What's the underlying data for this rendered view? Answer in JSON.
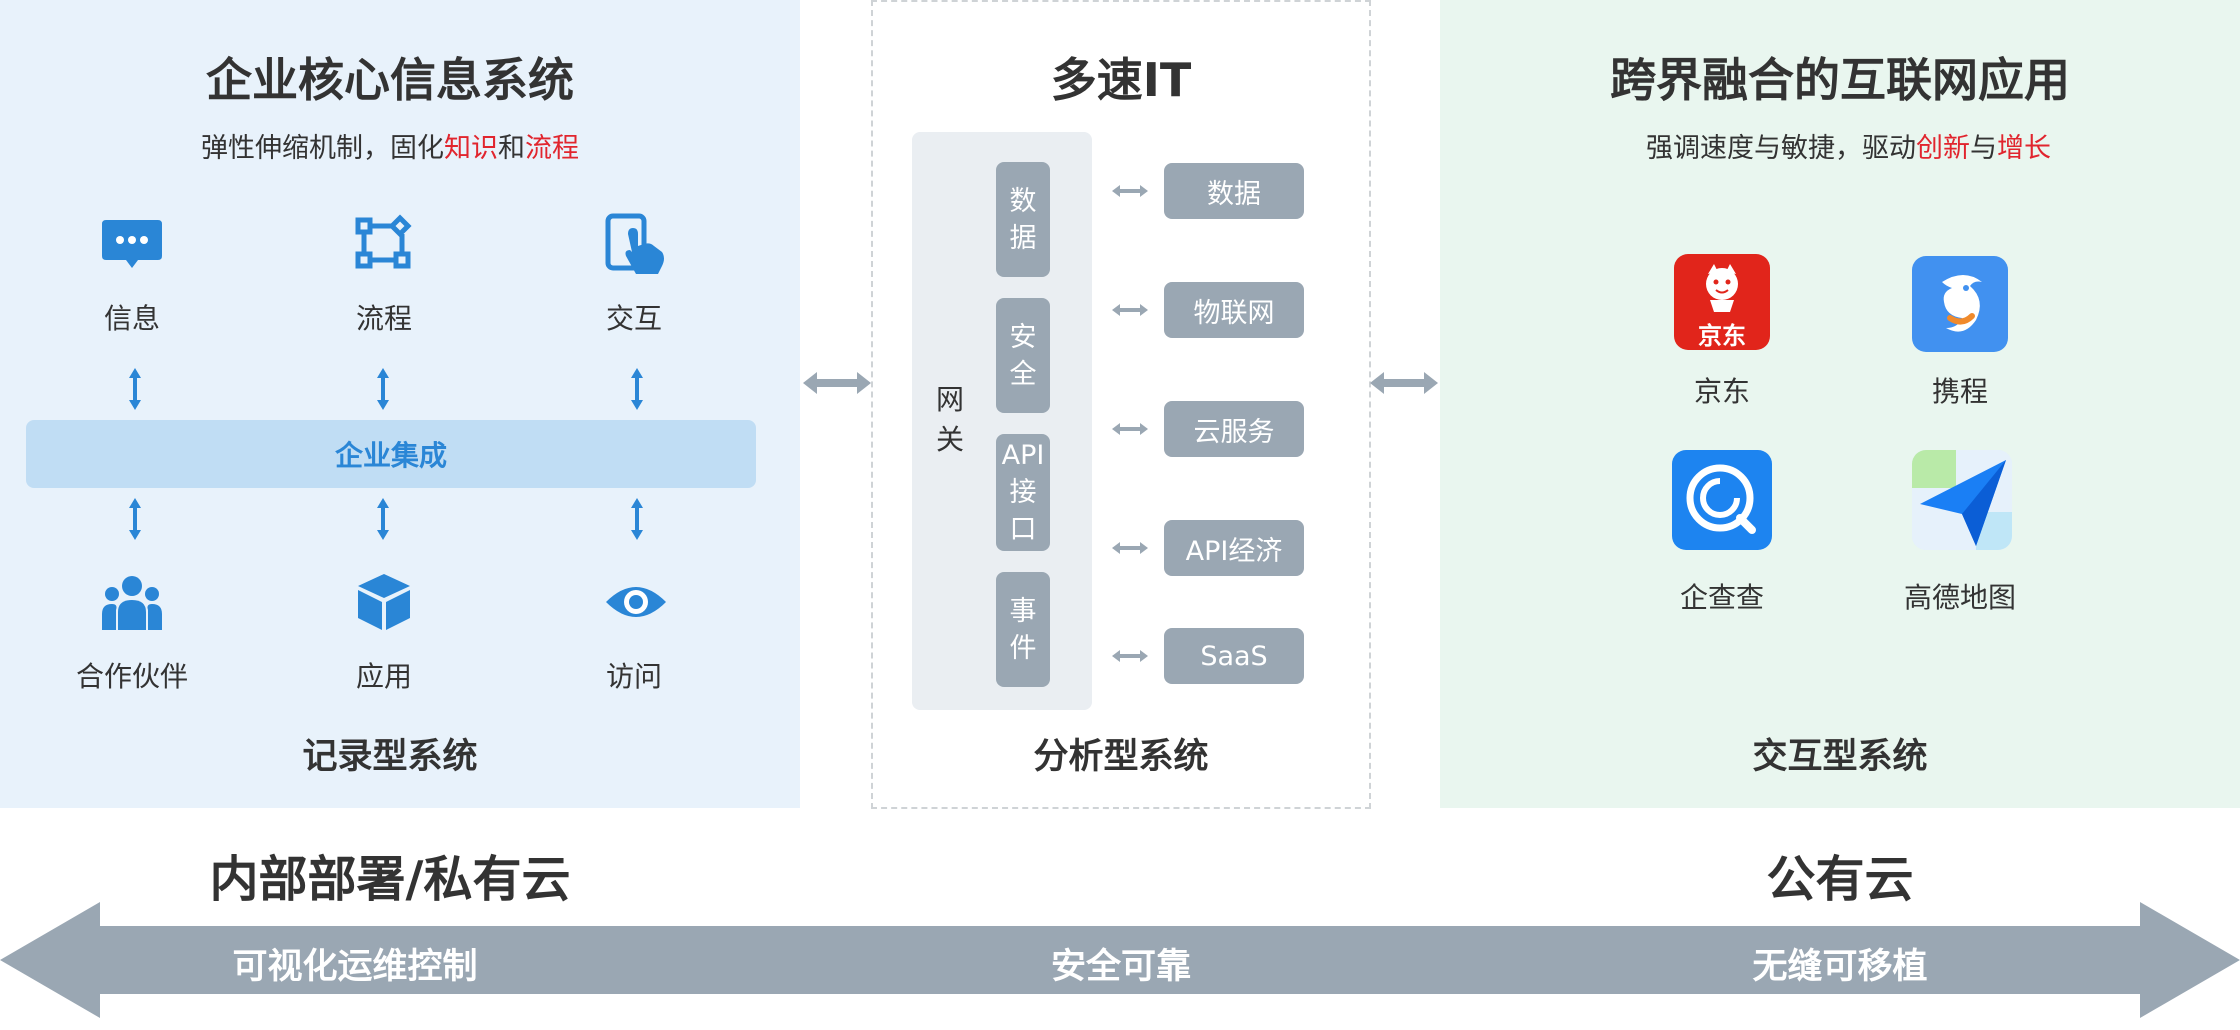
{
  "left": {
    "title": "企业核心信息系统",
    "subtitle_prefix": "弹性伸缩机制，固化",
    "subtitle_hl1": "知识",
    "subtitle_mid": "和",
    "subtitle_hl2": "流程",
    "top_items": [
      {
        "label": "信息",
        "icon": "chat-icon"
      },
      {
        "label": "流程",
        "icon": "flow-icon"
      },
      {
        "label": "交互",
        "icon": "touch-icon"
      }
    ],
    "integration_label": "企业集成",
    "bottom_items": [
      {
        "label": "合作伙伴",
        "icon": "people-icon"
      },
      {
        "label": "应用",
        "icon": "cube-icon"
      },
      {
        "label": "访问",
        "icon": "eye-icon"
      }
    ],
    "system_label": "记录型系统"
  },
  "middle": {
    "title": "多速IT",
    "gateway_label": "网关",
    "gateway_items": [
      {
        "lines": [
          "数",
          "据"
        ]
      },
      {
        "lines": [
          "安",
          "全"
        ]
      },
      {
        "lines": [
          "API",
          "接",
          "口"
        ]
      },
      {
        "lines": [
          "事",
          "件"
        ]
      }
    ],
    "services": [
      "数据",
      "物联网",
      "云服务",
      "API经济",
      "SaaS"
    ],
    "system_label": "分析型系统"
  },
  "right": {
    "title": "跨界融合的互联网应用",
    "subtitle_prefix": "强调速度与敏捷，驱动",
    "subtitle_hl1": "创新",
    "subtitle_mid": "与",
    "subtitle_hl2": "增长",
    "apps": [
      {
        "label": "京东",
        "icon": "jd-logo-icon",
        "logo_text": "京东",
        "color": "#e1251b"
      },
      {
        "label": "携程",
        "icon": "ctrip-logo-icon",
        "color": "#3f8ff0"
      },
      {
        "label": "企查查",
        "icon": "qichacha-logo-icon",
        "color": "#1d84f0"
      },
      {
        "label": "高德地图",
        "icon": "amap-logo-icon",
        "color": "#1a7ff5"
      }
    ],
    "system_label": "交互型系统"
  },
  "bottom": {
    "left_title": "内部部署/私有云",
    "right_title": "公有云",
    "band_left": "可视化运维控制",
    "band_center": "安全可靠",
    "band_right": "无缝可移植"
  },
  "colors": {
    "left_bg": "#e8f2fb",
    "right_bg": "#e9f6ef",
    "accent_blue": "#2a86d6",
    "highlight_red": "#e1252e",
    "gray_block": "#9aa7b3",
    "band_gray": "#9aa7b3"
  }
}
